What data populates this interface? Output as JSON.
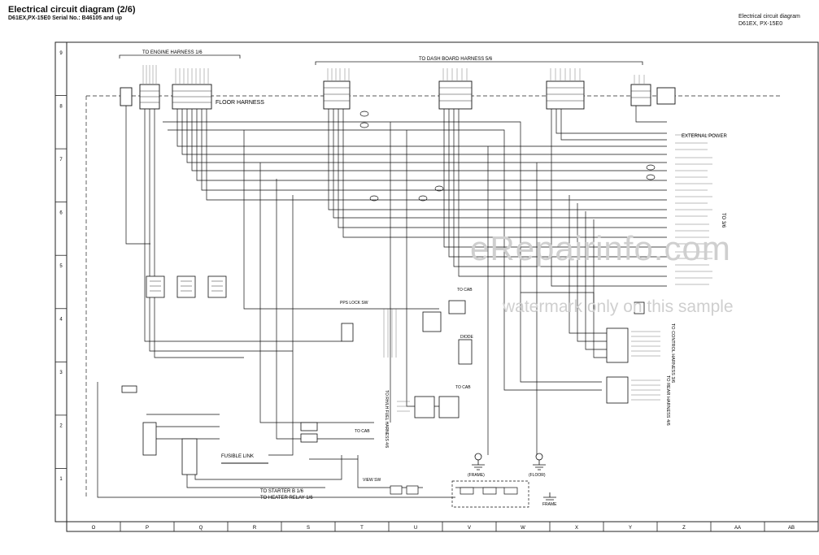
{
  "header": {
    "title": "Electrical circuit diagram (2/6)",
    "subtitle": "D61EX,PX-15E0 Serial No.: B46105 and up",
    "right_line1": "Electrical circuit diagram",
    "right_line2": "D61EX, PX-15E0"
  },
  "rows": [
    "9",
    "8",
    "7",
    "6",
    "5",
    "4",
    "3",
    "2",
    "1"
  ],
  "columns": [
    "O",
    "P",
    "Q",
    "R",
    "S",
    "T",
    "U",
    "V",
    "W",
    "X",
    "Y",
    "Z",
    "AA",
    "AB"
  ],
  "labels": {
    "engine_harness": "TO ENGINE HARNESS 1/6",
    "dash_harness": "TO DASH BOARD HARNESS 5/6",
    "floor_harness": "FLOOR HARNESS",
    "external_power": "EXTERNAL POWER",
    "to_3_6": "TO 3/6",
    "fusible_link": "FUSIBLE LINK",
    "to_cab_1": "TO CAB",
    "to_cab_2": "TO CAB",
    "to_cab_3": "TO CAB",
    "pps_lock_sw": "PPS LOCK SW",
    "diode": "DIODE",
    "to_starter": "TO STARTER B 1/6",
    "to_heater_relay": "TO HEATER RELAY 1/6",
    "to_fuel_harness": "TO RH/LH FUEL HARNESS 4/6",
    "to_rear_harness": "TO REAR HARNESS 4/6",
    "to_control_harness": "TO CONTROL HARNESS 3/6",
    "frame_1": "(FRAME)",
    "frame_2": "(FLOOR)",
    "frame_3": "FRAME",
    "view_label": "VIEW SW"
  },
  "watermark": {
    "line1": "eRepairinfo.com",
    "line2": "watermark only on this sample"
  }
}
